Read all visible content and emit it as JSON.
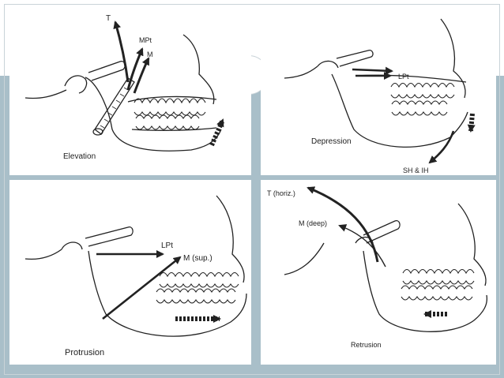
{
  "colors": {
    "background_band": "#a9bfc9",
    "panel_bg": "#ffffff",
    "ink": "#222222"
  },
  "panels": [
    {
      "caption": "Elevation",
      "labels": {
        "t": "T",
        "mpt": "MPt",
        "m": "M"
      }
    },
    {
      "caption": "Depression",
      "labels": {
        "lpt": "LPt",
        "sh_ih": "SH & IH"
      }
    },
    {
      "caption": "Protrusion",
      "labels": {
        "lpt": "LPt",
        "m_sup": "M (sup.)"
      }
    },
    {
      "caption": "Retrusion",
      "labels": {
        "t_horiz": "T (horiz.)",
        "m_deep": "M (deep)"
      }
    }
  ]
}
